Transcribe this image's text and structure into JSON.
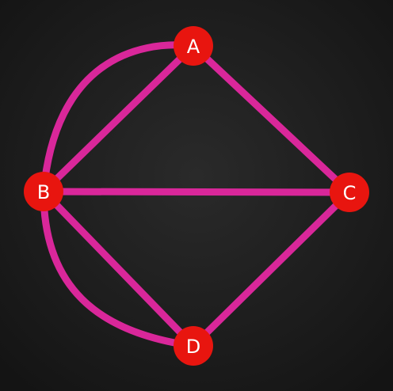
{
  "colors": {
    "background": "#1c1c1c",
    "edge": "#d9279a",
    "node_fill": "#e8150f",
    "node_label": "#ffffff"
  },
  "graph": {
    "nodes": [
      {
        "id": "A",
        "label": "A"
      },
      {
        "id": "B",
        "label": "B"
      },
      {
        "id": "C",
        "label": "C"
      },
      {
        "id": "D",
        "label": "D"
      }
    ],
    "edges": [
      {
        "from": "A",
        "to": "B",
        "style": "straight"
      },
      {
        "from": "A",
        "to": "B",
        "style": "curved"
      },
      {
        "from": "A",
        "to": "C",
        "style": "straight"
      },
      {
        "from": "B",
        "to": "C",
        "style": "straight"
      },
      {
        "from": "B",
        "to": "D",
        "style": "straight"
      },
      {
        "from": "B",
        "to": "D",
        "style": "curved"
      },
      {
        "from": "C",
        "to": "D",
        "style": "straight"
      }
    ]
  }
}
